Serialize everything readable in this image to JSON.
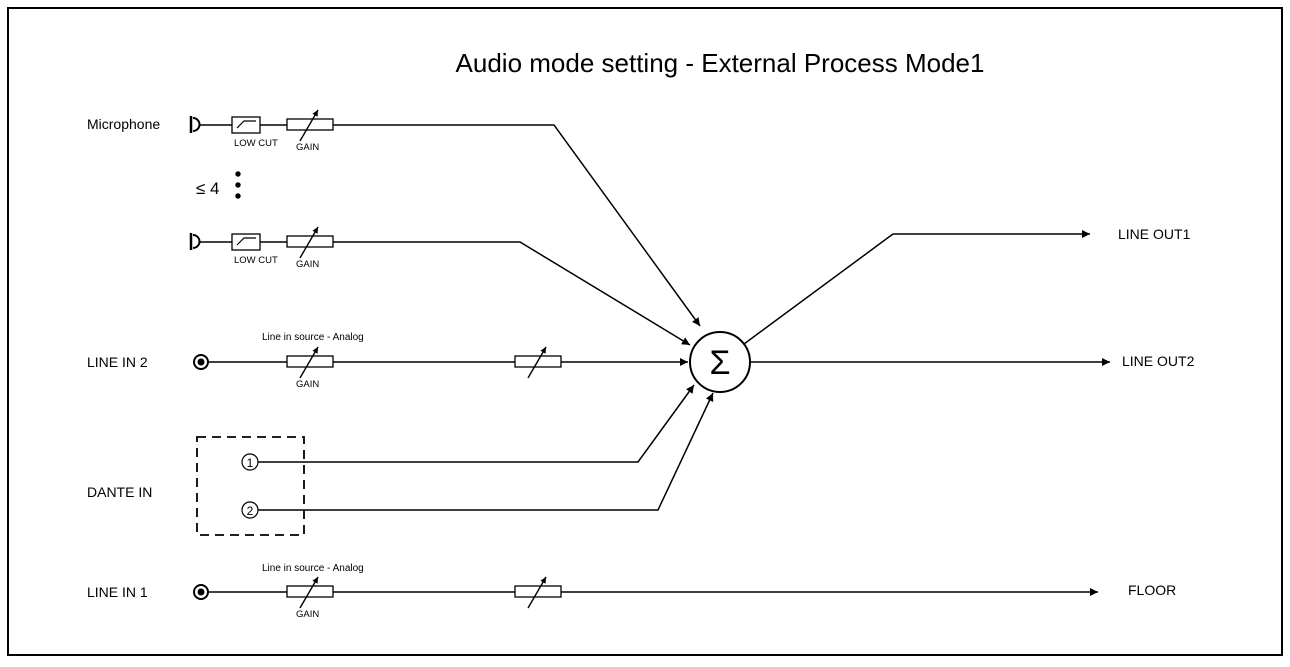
{
  "title": "Audio mode setting - External Process Mode1",
  "inputs": {
    "microphone": "Microphone",
    "mic_count": "≤ 4",
    "line_in_2": "LINE IN 2",
    "dante_in": "DANTE IN",
    "line_in_1": "LINE IN 1"
  },
  "outputs": {
    "line_out_1": "LINE OUT1",
    "line_out_2": "LINE OUT2",
    "floor": "FLOOR"
  },
  "blocks": {
    "low_cut": "LOW CUT",
    "gain": "GAIN",
    "line_source": "Line in source - Analog",
    "dante_ch1": "1",
    "dante_ch2": "2",
    "mixer_symbol": "Σ"
  }
}
